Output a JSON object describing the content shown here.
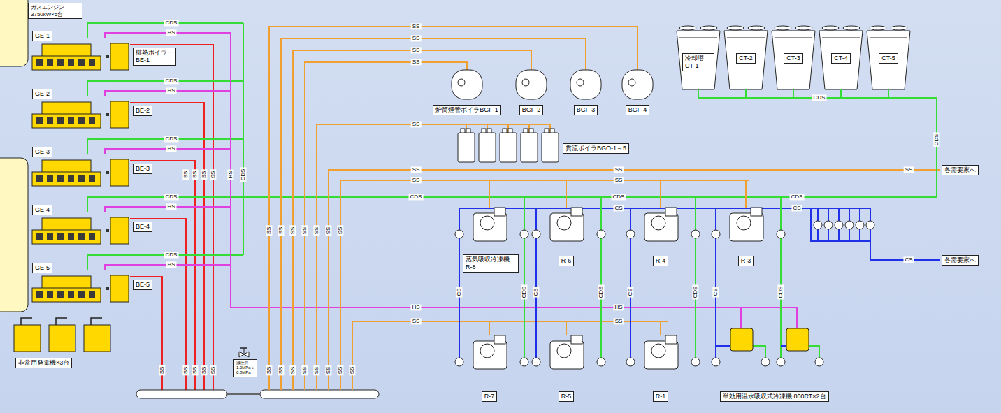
{
  "diagram": {
    "nodes": [
      {
        "text": [
          "ガスエンジン 3750kW×5台"
        ]
      },
      {
        "text": [
          "GE-1"
        ]
      },
      {
        "text": [
          "GE-2"
        ]
      },
      {
        "text": [
          "GE-3"
        ]
      },
      {
        "text": [
          "GE-4"
        ]
      },
      {
        "text": [
          "GE-5"
        ]
      },
      {
        "text": [
          "排熱ボイラー BE-1"
        ]
      },
      {
        "text": [
          "BE-2"
        ]
      },
      {
        "text": [
          "BE-3"
        ]
      },
      {
        "text": [
          "BE-4"
        ]
      },
      {
        "text": [
          "BE-5"
        ]
      },
      {
        "text": [
          "炉筒煙管ボイラBGF-1"
        ]
      },
      {
        "text": [
          "BGF-2"
        ]
      },
      {
        "text": [
          "BGF-3"
        ]
      },
      {
        "text": [
          "BGF-4"
        ]
      },
      {
        "text": [
          "貫流ボイラBGO-1～5"
        ]
      },
      {
        "text": [
          "冷却塔 CT-1"
        ]
      },
      {
        "text": [
          "CT-2"
        ]
      },
      {
        "text": [
          "CT-3"
        ]
      },
      {
        "text": [
          "CT-4"
        ]
      },
      {
        "text": [
          "CT-5"
        ]
      },
      {
        "text": [
          "蒸気吸収冷凍機 R-8"
        ]
      },
      {
        "text": [
          "R-6"
        ]
      },
      {
        "text": [
          "R-4"
        ]
      },
      {
        "text": [
          "R-3"
        ]
      },
      {
        "text": [
          "R-7"
        ]
      },
      {
        "text": [
          "R-5"
        ]
      },
      {
        "text": [
          "R-1"
        ]
      },
      {
        "text": [
          "単効用温水吸収式冷凍機 800RT×2台"
        ]
      },
      {
        "text": [
          "非常用発電機×3台"
        ]
      },
      {
        "text": [
          "減圧弁 1.0MPa ↓ 0.8MPa"
        ]
      },
      {
        "text": [
          "各需要家へ"
        ]
      },
      {
        "text": [
          "各需要家へ"
        ]
      }
    ],
    "edges": [
      {
        "from": 1,
        "to": 6,
        "arrow": "none"
      },
      {
        "from": 2,
        "to": 7,
        "arrow": "none"
      },
      {
        "from": 3,
        "to": 8,
        "arrow": "none"
      },
      {
        "from": 4,
        "to": 9,
        "arrow": "none"
      },
      {
        "from": 5,
        "to": 10,
        "arrow": "none"
      }
    ],
    "labels": [
      "CDS",
      "HS",
      "CDS",
      "HS",
      "CDS",
      "HS",
      "CDS",
      "HS",
      "CDS",
      "HS",
      "SS",
      "SS",
      "SS",
      "SS",
      "HS",
      "CDS",
      "SS",
      "SS",
      "SS",
      "SS",
      "SS",
      "SS",
      "SS",
      "SS",
      "SS",
      "SS",
      "SS",
      "SS",
      "SS",
      "SS",
      "SS",
      "SS",
      "SS",
      "SS",
      "SS",
      "SS",
      "SS",
      "SS",
      "SS",
      "SS",
      "SS",
      "SS",
      "SS",
      "SS",
      "SS",
      "SS",
      "CDS",
      "CDS",
      "CDS",
      "CS",
      "CS",
      "CS",
      "CDS",
      "CDS",
      "CS",
      "CDS",
      "CS",
      "CDS",
      "CS",
      "CDS",
      "CS",
      "CDS",
      "HS",
      "HS",
      "SS",
      "SS"
    ]
  }
}
